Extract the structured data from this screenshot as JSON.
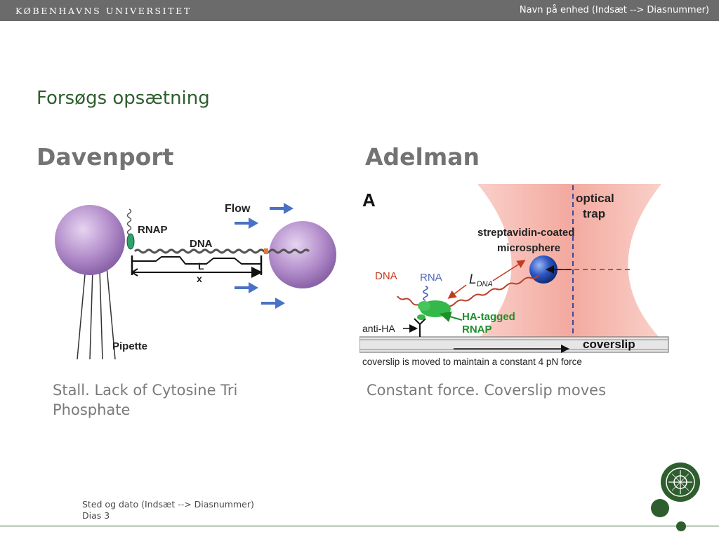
{
  "header": {
    "university": "KØBENHAVNS UNIVERSITET",
    "unit": "Navn på enhed  (Indsæt --> Diasnummer)"
  },
  "slide": {
    "title": "Forsøgs opsætning",
    "left": {
      "heading": "Davenport",
      "caption": "Stall. Lack of Cytosine Tri Phosphate",
      "figure": {
        "flow": "Flow",
        "rnap": "RNAP",
        "dna": "DNA",
        "l": "L",
        "x": "x",
        "pipette": "Pipette"
      }
    },
    "right": {
      "heading": "Adelman",
      "caption": "Constant force. Coverslip moves",
      "figure": {
        "panel": "A",
        "optical": "optical",
        "trap": "trap",
        "streptavidin": "streptavidin-coated",
        "microsphere": "microsphere",
        "dna": "DNA",
        "rna": "RNA",
        "ldna_l": "L",
        "ldna_sub": "DNA",
        "hatagged": "HA-tagged",
        "rnap": "RNAP",
        "antiha": "anti-HA",
        "coverslip": "coverslip",
        "bottom": "coverslip is moved to maintain a constant 4 pN force"
      }
    }
  },
  "footer": {
    "line1": "Sted og dato  (Indsæt --> Diasnummer)",
    "line2": "Dias 3"
  },
  "colors": {
    "header_bg": "#6b6b6b",
    "title": "#2e5e2e",
    "heading": "#737373",
    "accent_green": "#2e5e2e"
  }
}
